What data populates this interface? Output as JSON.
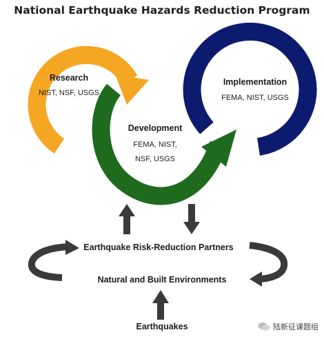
{
  "title": "National Earthquake Hazards Reduction Program",
  "research": {
    "heading": "Research",
    "agencies": "NIST, NSF, USGS"
  },
  "implementation": {
    "heading": "Implementation",
    "agencies": "FEMA, NIST, USGS"
  },
  "development": {
    "heading": "Development",
    "agencies_line1": "FEMA, NIST,",
    "agencies_line2": "NSF, USGS"
  },
  "partners": "Earthquake Risk-Reduction Partners",
  "environments": "Natural and Built Environments",
  "earthquakes": "Earthquakes",
  "watermark": "陆新征课题组",
  "colors": {
    "research": "#f5a623",
    "development": "#1e6b1e",
    "implementation": "#0d1b6e",
    "arrows": "#3a3a3a"
  }
}
